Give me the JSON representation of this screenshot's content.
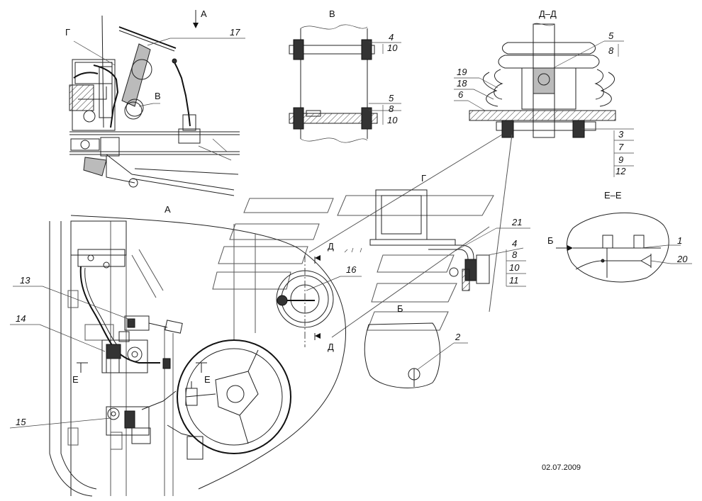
{
  "views": {
    "A_top": "A",
    "A_main": "A",
    "V_callout": "В",
    "V_detail": "В",
    "G_callout": "Г",
    "G_detail": "Г",
    "DD_title": "Д–Д",
    "D_upper": "Д",
    "D_lower": "Д",
    "EE_title": "Е–Е",
    "E_left": "Е",
    "E_right": "Е",
    "B_section": "Б",
    "B_detail": "Б"
  },
  "callouts": {
    "p17": "17",
    "p13": "13",
    "p14": "14",
    "p15": "15",
    "p16": "16",
    "p2": "2",
    "p21": "21",
    "p1": "1",
    "p20": "20",
    "g4": "4",
    "g8": "8",
    "g10": "10",
    "g11": "11",
    "v4": "4",
    "v10a": "10",
    "v5": "5",
    "v8": "8",
    "v10b": "10",
    "d5": "5",
    "d8": "8",
    "d19": "19",
    "d18": "18",
    "d6": "6",
    "d3": "3",
    "d7": "7",
    "d9": "9",
    "d12": "12"
  },
  "date": "02.07.2009"
}
